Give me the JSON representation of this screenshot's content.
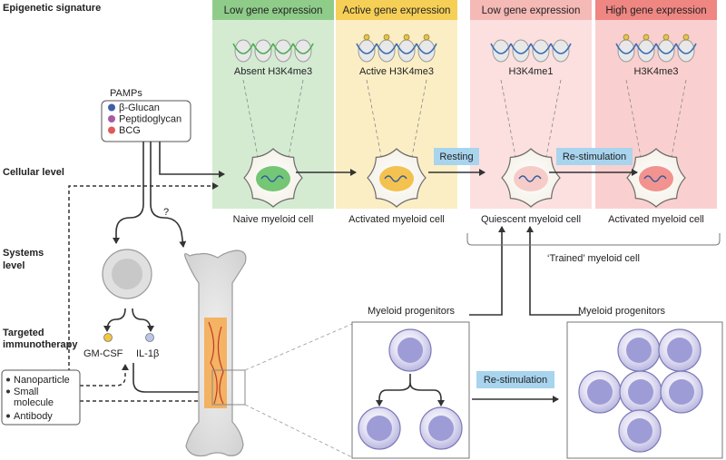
{
  "levels": {
    "epigenetic": "Epigenetic signature",
    "cellular": "Cellular level",
    "systems_1": "Systems",
    "systems_2": "level",
    "targeted_1": "Targeted",
    "targeted_2": "immunotherapy"
  },
  "columns": [
    {
      "header": "Low gene expression",
      "mark": "Absent H3K4me3",
      "cell": "Naive myeloid cell",
      "bg": "#d4ebd2",
      "hdr": "#8fcc8a",
      "nucleus": "#5cbd5e"
    },
    {
      "header": "Active gene expression",
      "mark": "Active H3K4me3",
      "cell": "Activated myeloid cell",
      "bg": "#fbeec4",
      "hdr": "#f6cf57",
      "nucleus": "#f2b731"
    },
    {
      "header": "Low gene expression",
      "mark": "H3K4me1",
      "cell": "Quiescent myeloid cell",
      "bg": "#fbe0df",
      "hdr": "#f5b9b6",
      "nucleus": "#f5c3c0"
    },
    {
      "header": "High gene expression",
      "mark": "H3K4me3",
      "cell": "Activated myeloid cell",
      "bg": "#f9d0cf",
      "hdr": "#ef8682",
      "nucleus": "#f0807c"
    }
  ],
  "pamps": {
    "title": "PAMPs",
    "items": [
      {
        "label": "β-Glucan",
        "color": "#3f5fa8"
      },
      {
        "label": "Peptidoglycan",
        "color": "#a65aa8"
      },
      {
        "label": "BCG",
        "color": "#e0595b"
      }
    ]
  },
  "transitions": {
    "resting": "Resting",
    "restim": "Re-stimulation",
    "restim_bottom": "Re-stimulation"
  },
  "question": "?",
  "trained": "‘Trained’ myeloid cell",
  "progenitors": {
    "left": "Myeloid progenitors",
    "right": "Myeloid progenitors"
  },
  "cytokines": {
    "gmcsf": "GM-CSF",
    "il1b": "IL-1β",
    "gmcsf_color": "#f4c542",
    "il1b_color": "#b8c6ea"
  },
  "therapy": [
    "Nanoparticle",
    "Small",
    "molecule",
    "Antibody"
  ],
  "colors": {
    "arrow": "#333333",
    "label_box": "#a8d4ee",
    "progenitor": "#9e9cd6"
  }
}
